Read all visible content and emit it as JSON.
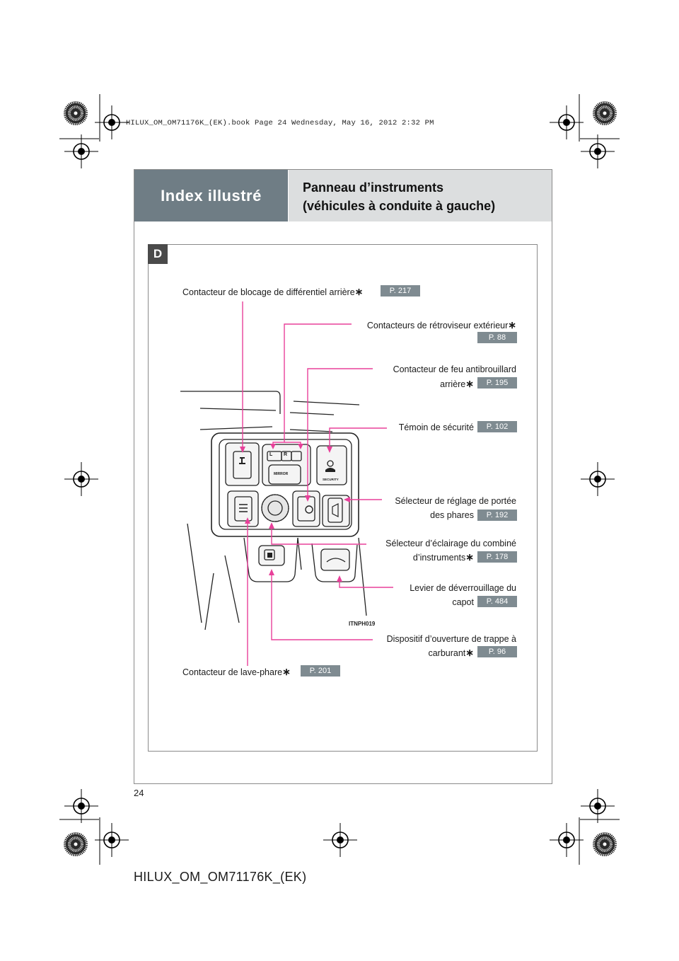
{
  "book_header": "HILUX_OM_OM71176K_(EK).book  Page 24  Wednesday, May 16, 2012  2:32 PM",
  "tab": {
    "title": "Index illustré",
    "subtitle_line1": "Panneau d’instruments",
    "subtitle_line2": "(véhicules à conduite à gauche)"
  },
  "section_letter": "D",
  "illustration": {
    "code": "ITNPH019",
    "button_text": {
      "l": "L",
      "r": "R",
      "mirror": "MIRROR",
      "security": "SECURITY"
    }
  },
  "star_symbol": "∗",
  "callouts": {
    "diff_lock": {
      "text": "Contacteur de blocage de différentiel arrière",
      "starred": true,
      "page": "P. 217"
    },
    "mirror": {
      "text": "Contacteurs de rétroviseur extérieur",
      "starred": true,
      "page": "P. 88"
    },
    "rear_fog": {
      "line1": "Contacteur de feu antibrouillard",
      "line2": "arrière",
      "starred": true,
      "page": "P. 195"
    },
    "security": {
      "text": "Témoin de sécurité",
      "page": "P. 102"
    },
    "headlight_level": {
      "line1": "Sélecteur de réglage de portée",
      "line2": "des phares",
      "page": "P. 192"
    },
    "dimmer": {
      "line1": "Sélecteur d’éclairage du combiné",
      "line2": "d’instruments",
      "starred": true,
      "page": "P. 178"
    },
    "hood": {
      "line1": "Levier de déverrouillage du",
      "line2": "capot",
      "page": "P. 484"
    },
    "fuel": {
      "line1": "Dispositif d’ouverture de trappe à",
      "line2": "carburant",
      "starred": true,
      "page": "P. 96"
    },
    "washer": {
      "text": "Contacteur de lave-phare",
      "starred": true,
      "page": "P. 201"
    }
  },
  "page_number": "24",
  "footer": "HILUX_OM_OM71176K_(EK)"
}
